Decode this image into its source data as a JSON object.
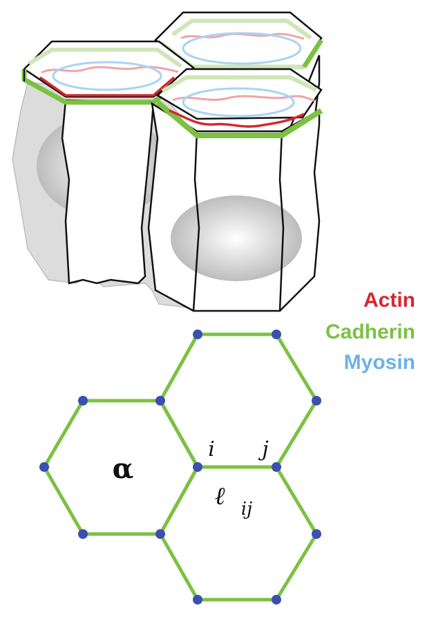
{
  "colors": {
    "actin": "#d7262e",
    "cadherin": "#7cc142",
    "myosin": "#6fb1e6",
    "vertex": "#3a4fb0",
    "outline": "#111111",
    "shadow": "#d9d9d9",
    "nucleus": "#c9c9c9"
  },
  "legend": {
    "actin": "Actin",
    "cadherin": "Cadherin",
    "myosin": "Myosin"
  },
  "labels": {
    "alpha": "α",
    "i": "i",
    "j": "j",
    "ell": "ℓ",
    "ij": "ij"
  }
}
